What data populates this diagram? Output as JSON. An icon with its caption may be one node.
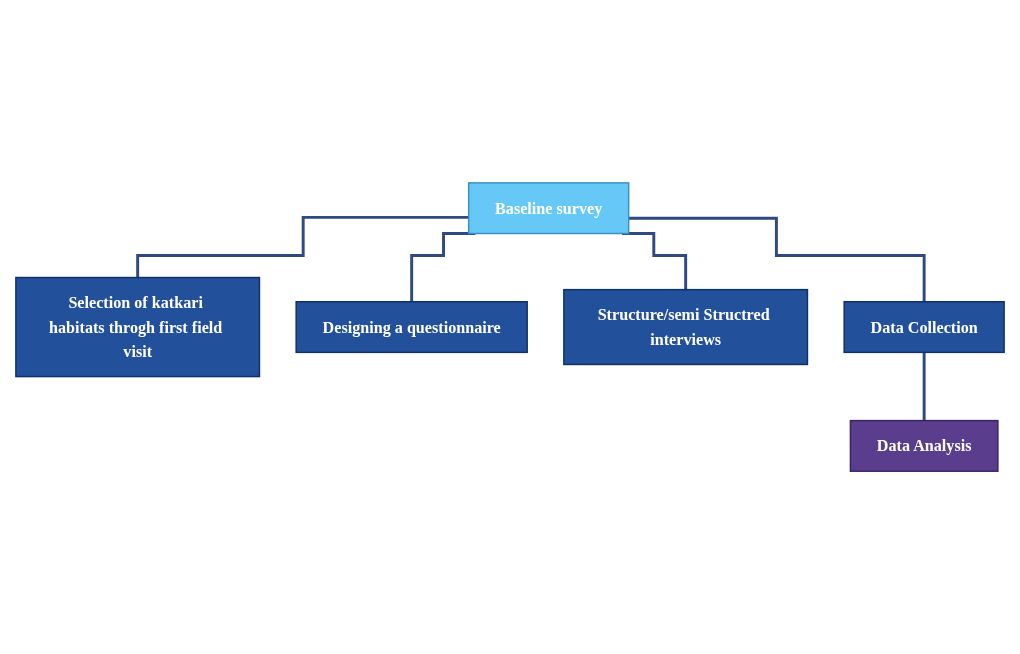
{
  "diagram": {
    "nodes": [
      {
        "text": [
          "Baseline survey"
        ]
      },
      {
        "text": [
          "Selection of katkari habitats throgh first field visit"
        ]
      },
      {
        "text": [
          "Designing a questionnaire"
        ]
      },
      {
        "text": [
          "Structure/semi Structred interviews"
        ]
      },
      {
        "text": [
          "Data Collection"
        ]
      },
      {
        "text": [
          "Data Analysis"
        ]
      }
    ],
    "edges": [
      {
        "from": 0,
        "to": 1,
        "arrow": "none"
      },
      {
        "from": 0,
        "to": 2,
        "arrow": "none"
      },
      {
        "from": 0,
        "to": 3,
        "arrow": "none"
      },
      {
        "from": 0,
        "to": 4,
        "arrow": "none"
      },
      {
        "from": 4,
        "to": 5,
        "arrow": "none"
      }
    ]
  }
}
